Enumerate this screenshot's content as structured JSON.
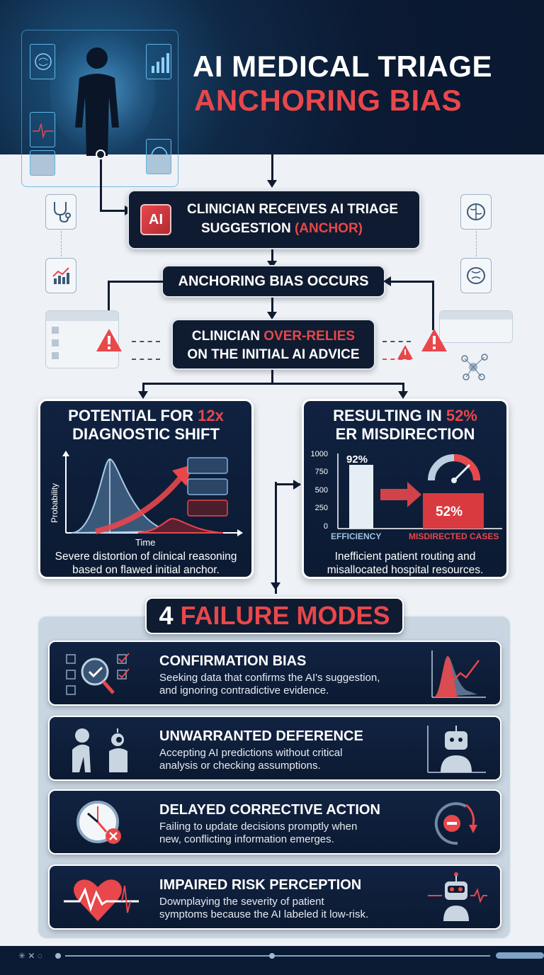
{
  "header": {
    "title_line1": "AI MEDICAL TRIAGE",
    "title_line2": "ANCHORING BIAS"
  },
  "flow": {
    "step1": {
      "chip_label": "AI",
      "line1": "CLINICIAN RECEIVES AI TRIAGE",
      "line2_prefix": "SUGGESTION ",
      "line2_highlight": "(ANCHOR)"
    },
    "step2": {
      "label": "ANCHORING BIAS OCCURS"
    },
    "step3": {
      "line1_prefix": "CLINICIAN ",
      "line1_highlight": "OVER-RELIES",
      "line2": "ON THE INITIAL AI ADVICE"
    },
    "side_icons_left": [
      "stethoscope-icon",
      "chart-trend-icon"
    ],
    "side_icons_right": [
      "brain-icon",
      "brain-icon"
    ]
  },
  "stats": {
    "left": {
      "title_prefix": "POTENTIAL FOR ",
      "title_highlight": "12x",
      "title_line2": "DIAGNOSTIC SHIFT",
      "x_label": "Time",
      "y_label": "Probability",
      "description_line1": "Severe distortion of clinical reasoning",
      "description_line2": "based on flawed initial anchor."
    },
    "right": {
      "title_prefix": "RESULTING IN ",
      "title_highlight": "52%",
      "title_line2": "ER MISDIRECTION",
      "description_line1": "Inefficient patient routing and",
      "description_line2": "misallocated hospital resources."
    }
  },
  "chart_data": [
    {
      "type": "area",
      "title": "POTENTIAL FOR 12x DIAGNOSTIC SHIFT",
      "xlabel": "Time",
      "ylabel": "Probability",
      "series": [
        {
          "name": "Initial anchor distribution",
          "color": "#9fc3de",
          "peak_x": 0.3,
          "peak_y": 1.0
        },
        {
          "name": "Shifted distribution",
          "color": "#e8474b",
          "peak_x": 0.78,
          "peak_y": 0.15
        }
      ],
      "annotations": [
        "red upward trend arrow"
      ],
      "grid": false
    },
    {
      "type": "bar",
      "title": "RESULTING IN 52% ER MISDIRECTION",
      "categories": [
        "EFFICIENCY",
        "MISDIRECTED CASES"
      ],
      "values": [
        920,
        500
      ],
      "data_labels": [
        "92%",
        "52%"
      ],
      "yticks": [
        0,
        250,
        500,
        750,
        1000
      ],
      "ylim": [
        0,
        1000
      ],
      "colors": [
        "#e6eef5",
        "#e8474b"
      ],
      "grid": false
    }
  ],
  "failure_modes": {
    "heading_number": "4",
    "heading_text": "FAILURE MODES",
    "items": [
      {
        "title": "CONFIRMATION BIAS",
        "desc_line1": "Seeking data that confirms the AI's suggestion,",
        "desc_line2": "and ignoring contradictive evidence.",
        "left_icon": "magnifier-checklist-icon",
        "right_icon": "skewed-chart-icon"
      },
      {
        "title": "UNWARRANTED DEFERENCE",
        "desc_line1": "Accepting AI predictions without critical",
        "desc_line2": "analysis or checking assumptions.",
        "left_icon": "person-bowing-robot-icon",
        "right_icon": "robot-icon"
      },
      {
        "title": "DELAYED CORRECTIVE ACTION",
        "desc_line1": "Failing to update decisions promptly when",
        "desc_line2": "new, conflicting information emerges.",
        "left_icon": "clock-cancel-icon",
        "right_icon": "stop-delay-icon"
      },
      {
        "title": "IMPAIRED RISK PERCEPTION",
        "desc_line1": "Downplaying the severity of patient",
        "desc_line2": "symptoms because the AI labeled it low-risk.",
        "left_icon": "heartbeat-icon",
        "right_icon": "robot-alert-icon"
      }
    ]
  },
  "colors": {
    "navy": "#0f1b30",
    "accent_red": "#e8474b",
    "light_bg": "#eef2f6",
    "light_blue": "#9fc3de"
  }
}
